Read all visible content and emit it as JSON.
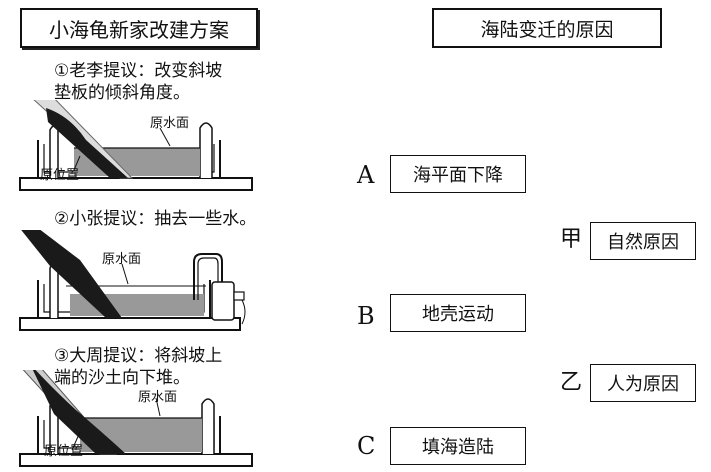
{
  "left_title": "小海龟新家改建方案",
  "right_title": "海陆变迁的原因",
  "proposals": [
    {
      "lines": [
        "①老李提议：改变斜坡",
        "垫板的倾斜角度。"
      ],
      "water_label": "原水面",
      "position_label": "原位置"
    },
    {
      "lines": [
        "②小张提议：抽去一些水。"
      ],
      "water_label": "原水面"
    },
    {
      "lines": [
        "③大周提议：将斜坡上",
        "端的沙土向下堆。"
      ],
      "water_label": "原水面",
      "position_label": "原位置"
    }
  ],
  "causes": [
    {
      "letter": "A",
      "text": "海平面下降"
    },
    {
      "letter": "B",
      "text": "地壳运动"
    },
    {
      "letter": "C",
      "text": "填海造陆"
    }
  ],
  "categories": [
    {
      "letter": "甲",
      "text": "自然原因"
    },
    {
      "letter": "乙",
      "text": "人为原因"
    }
  ]
}
